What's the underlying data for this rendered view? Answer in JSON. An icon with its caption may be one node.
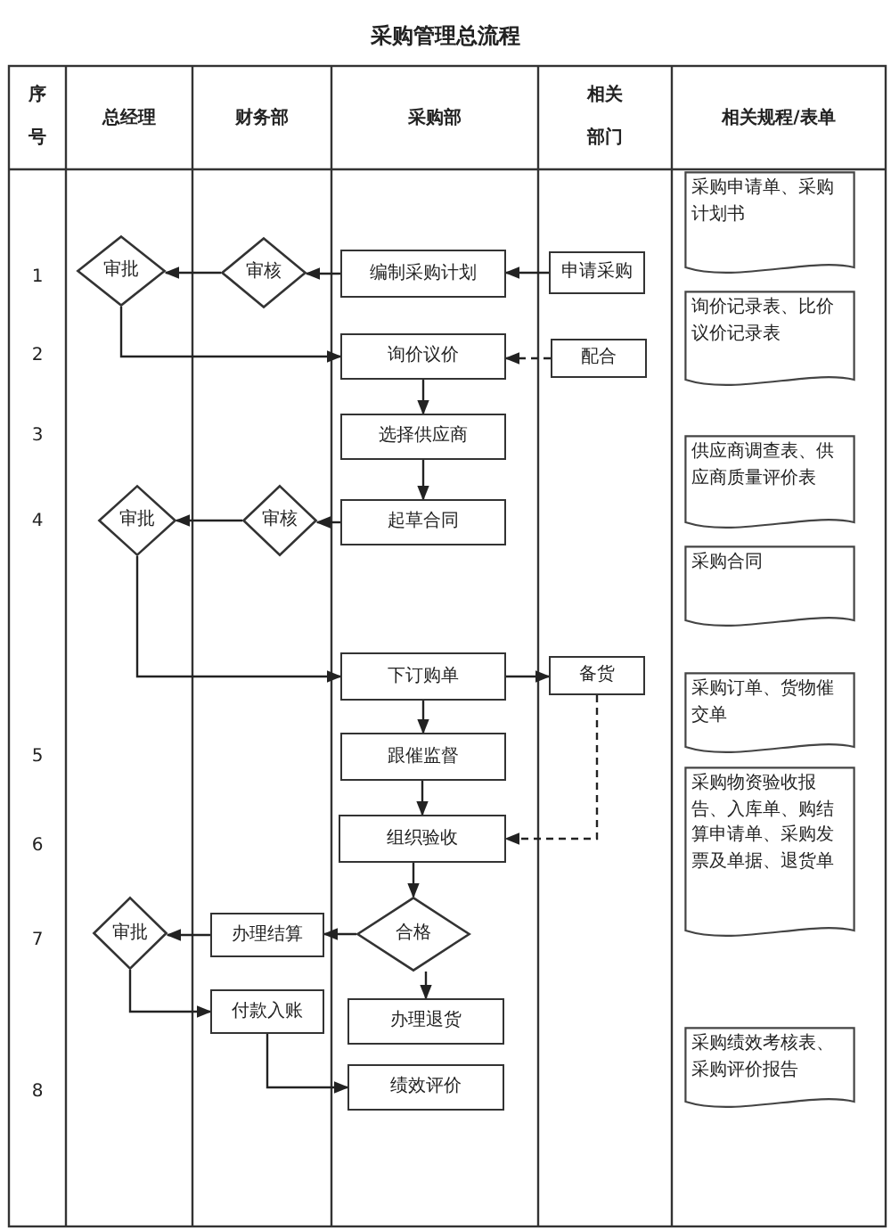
{
  "diagram": {
    "title": "采购管理总流程",
    "nodes": [
      {
        "text": [
          "审批"
        ]
      },
      {
        "text": [
          "审核"
        ]
      },
      {
        "text": [
          "编制采购计划"
        ]
      },
      {
        "text": [
          "申请采购"
        ]
      },
      {
        "text": [
          "询价议价"
        ]
      },
      {
        "text": [
          "配合"
        ]
      },
      {
        "text": [
          "选择供应商"
        ]
      },
      {
        "text": [
          "审批"
        ]
      },
      {
        "text": [
          "审核"
        ]
      },
      {
        "text": [
          "起草合同"
        ]
      },
      {
        "text": [
          "下订购单"
        ]
      },
      {
        "text": [
          "备货"
        ]
      },
      {
        "text": [
          "跟催监督"
        ]
      },
      {
        "text": [
          "组织验收"
        ]
      },
      {
        "text": [
          "合格"
        ]
      },
      {
        "text": [
          "办理结算"
        ]
      },
      {
        "text": [
          "审批"
        ]
      },
      {
        "text": [
          "付款入账"
        ]
      },
      {
        "text": [
          "办理退货"
        ]
      },
      {
        "text": [
          "绩效评价"
        ]
      },
      {
        "text": [
          "采购申请单、采购计划书"
        ]
      },
      {
        "text": [
          "询价记录表、比价议价记录表"
        ]
      },
      {
        "text": [
          "供应商调查表、供应商质量评价表"
        ]
      },
      {
        "text": [
          "采购合同"
        ]
      },
      {
        "text": [
          "采购订单、货物催交单"
        ]
      },
      {
        "text": [
          "采购物资验收报告、入库单、购结算申请单、采购发票及单据、退货单"
        ]
      },
      {
        "text": [
          "采购绩效考核表、采购评价报告"
        ]
      }
    ],
    "edges": [
      {
        "from": 2,
        "to": 1,
        "arrow": "to"
      },
      {
        "from": 1,
        "to": 0,
        "arrow": "to"
      },
      {
        "from": 3,
        "to": 2,
        "arrow": "to"
      },
      {
        "from": 0,
        "to": 4,
        "arrow": "to"
      },
      {
        "from": 5,
        "to": 4,
        "arrow": "to",
        "style": "dashed"
      },
      {
        "from": 4,
        "to": 6,
        "arrow": "to"
      },
      {
        "from": 6,
        "to": 9,
        "arrow": "to"
      },
      {
        "from": 9,
        "to": 8,
        "arrow": "to"
      },
      {
        "from": 8,
        "to": 7,
        "arrow": "to"
      },
      {
        "from": 7,
        "to": 10,
        "arrow": "to"
      },
      {
        "from": 10,
        "to": 11,
        "arrow": "to"
      },
      {
        "from": 10,
        "to": 12,
        "arrow": "to"
      },
      {
        "from": 11,
        "to": 13,
        "arrow": "to",
        "style": "dashed"
      },
      {
        "from": 12,
        "to": 13,
        "arrow": "to"
      },
      {
        "from": 13,
        "to": 14,
        "arrow": "to"
      },
      {
        "from": 14,
        "to": 15,
        "arrow": "to"
      },
      {
        "from": 14,
        "to": 18,
        "arrow": "to"
      },
      {
        "from": 15,
        "to": 16,
        "arrow": "to"
      },
      {
        "from": 16,
        "to": 17,
        "arrow": "to"
      },
      {
        "from": 17,
        "to": 19,
        "arrow": "to"
      }
    ],
    "labels": [
      "序号",
      "总经理",
      "财务部",
      "采购部",
      "相关部门",
      "相关规程/表单",
      "1",
      "2",
      "3",
      "4",
      "5",
      "6",
      "7",
      "8"
    ]
  }
}
